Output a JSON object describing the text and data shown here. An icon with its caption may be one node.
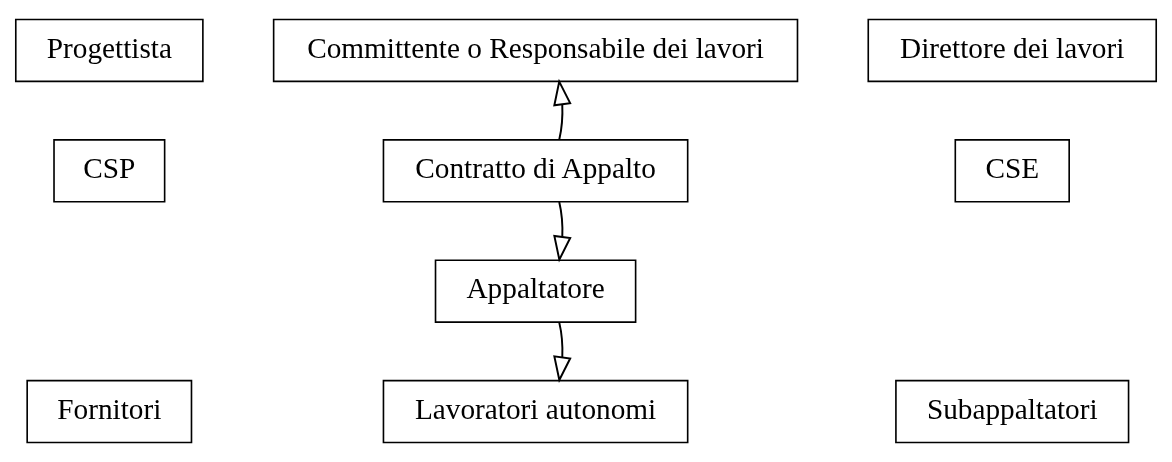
{
  "diagram": {
    "nodes": [
      {
        "text": [
          "Progettista"
        ]
      },
      {
        "text": [
          "Committente o Responsabile dei lavori"
        ]
      },
      {
        "text": [
          "Direttore dei lavori"
        ]
      },
      {
        "text": [
          "CSP"
        ]
      },
      {
        "text": [
          "Contratto di Appalto"
        ]
      },
      {
        "text": [
          "CSE"
        ]
      },
      {
        "text": [
          "Appaltatore"
        ]
      },
      {
        "text": [
          "Fornitori"
        ]
      },
      {
        "text": [
          "Lavoratori autonomi"
        ]
      },
      {
        "text": [
          "Subappaltatori"
        ]
      }
    ],
    "edges": [
      {
        "from": 4,
        "to": 1,
        "arrow": "to"
      },
      {
        "from": 4,
        "to": 6,
        "arrow": "to"
      },
      {
        "from": 6,
        "to": 8,
        "arrow": "to"
      }
    ]
  }
}
